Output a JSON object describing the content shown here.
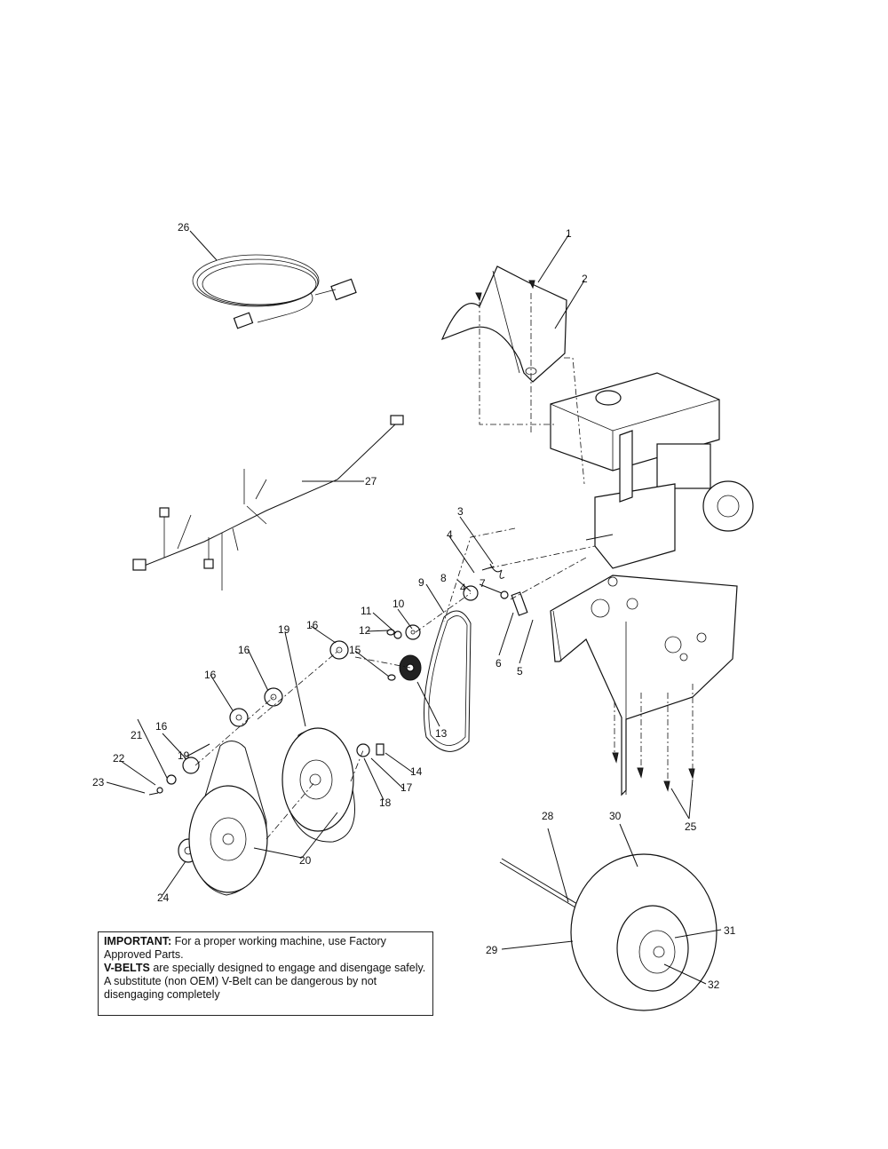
{
  "callouts": [
    "1",
    "2",
    "3",
    "4",
    "4",
    "5",
    "6",
    "7",
    "8",
    "9",
    "10",
    "11",
    "12",
    "13",
    "14",
    "15",
    "16",
    "16",
    "16",
    "16",
    "17",
    "18",
    "19",
    "19",
    "20",
    "20",
    "21",
    "22",
    "23",
    "24",
    "25",
    "25",
    "26",
    "27",
    "28",
    "29",
    "30",
    "31",
    "32"
  ],
  "notice": {
    "important_label": "IMPORTANT:",
    "important_text": " For a proper working machine, use Factory Approved Parts.",
    "vbelts_label": "V-BELTS",
    "vbelts_text": " are specially designed to engage and disengage safely. A substitute (non OEM) V-Belt can be dangerous by not disengaging completely"
  }
}
